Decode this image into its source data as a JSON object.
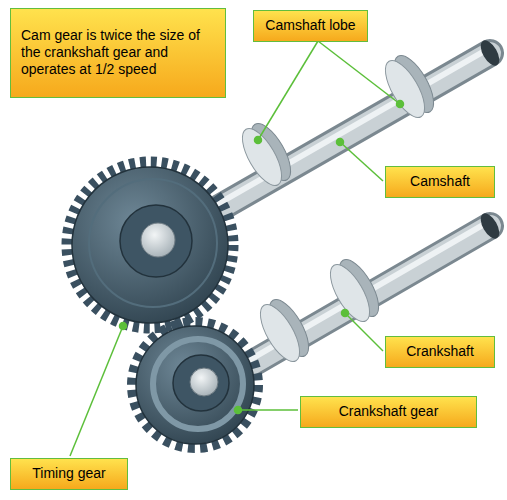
{
  "diagram": {
    "nodes": [
      {
        "text": [
          "Cam gear is twice the size of the crankshaft gear and operates at 1/2 speed"
        ]
      },
      {
        "text": [
          "Camshaft lobe"
        ]
      },
      {
        "text": [
          "Camshaft"
        ]
      },
      {
        "text": [
          "Crankshaft"
        ]
      },
      {
        "text": [
          "Crankshaft gear"
        ]
      },
      {
        "text": [
          "Timing gear"
        ]
      }
    ]
  }
}
